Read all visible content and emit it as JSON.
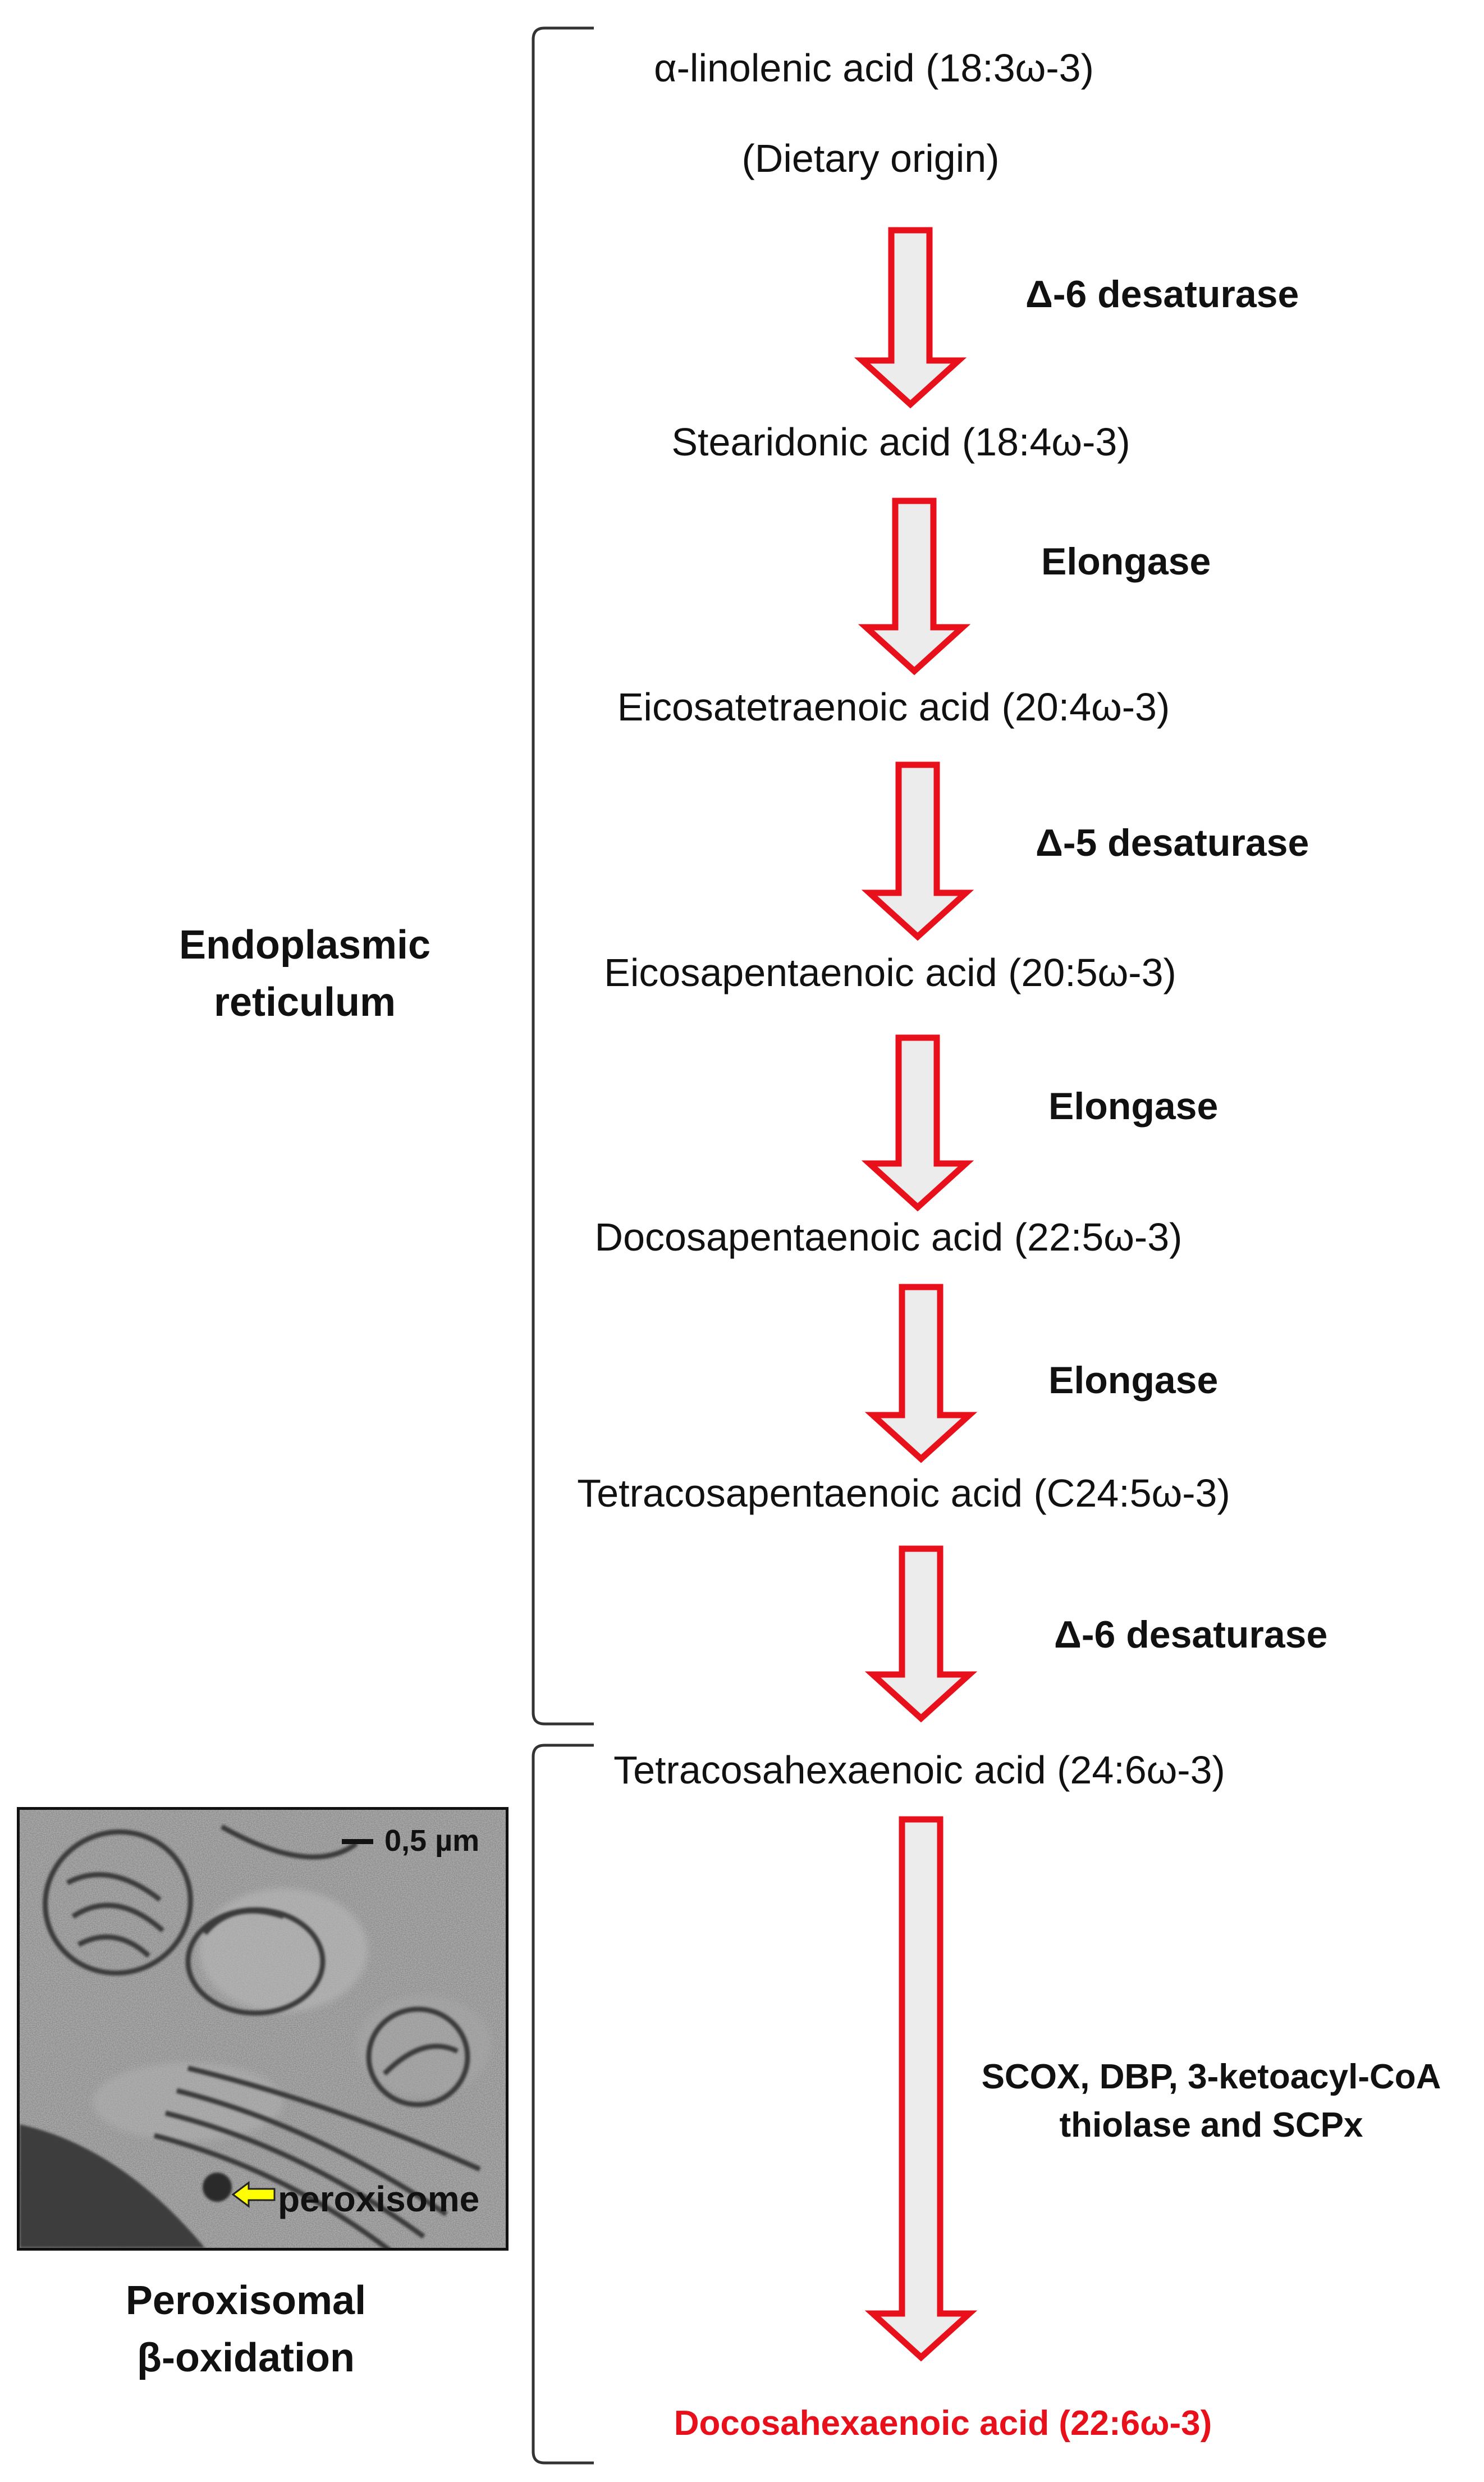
{
  "diagram": {
    "compounds": [
      {
        "name": "α-linolenic acid (18:3ω-3)",
        "note": "(Dietary origin)"
      },
      {
        "name": "Stearidonic acid (18:4ω-3)"
      },
      {
        "name": "Eicosatetraenoic acid (20:4ω-3)"
      },
      {
        "name": "Eicosapentaenoic acid (20:5ω-3)"
      },
      {
        "name": "Docosapentaenoic acid (22:5ω-3)"
      },
      {
        "name": "Tetracosapentaenoic acid (C24:5ω-3)"
      },
      {
        "name": "Tetracosahexaenoic acid (24:6ω-3)"
      },
      {
        "name": "Docosahexaenoic acid (22:6ω-3)",
        "color": "#e8101a"
      }
    ],
    "enzymes": [
      "Δ-6 desaturase",
      "Elongase",
      "Δ-5 desaturase",
      "Elongase",
      "Elongase",
      "Δ-6 desaturase",
      "SCOX, DBP, 3-ketoacyl-CoA thiolase and SCPx"
    ],
    "enzyme_lines": {
      "final_line1": "SCOX, DBP, 3-ketoacyl-CoA",
      "final_line2": "thiolase and SCPx"
    },
    "regions": {
      "er_line1": "Endoplasmic",
      "er_line2": "reticulum",
      "pero_line1": "Peroxisomal",
      "pero_line2": "β-oxidation"
    },
    "micrograph": {
      "scale_label": "0,5 µm",
      "arrow_label": "peroxisome"
    },
    "colors": {
      "arrow_outline": "#e8101a",
      "arrow_fill": "#ececec",
      "product_text": "#e8101a",
      "pointer_arrow": "#ffff00"
    }
  }
}
